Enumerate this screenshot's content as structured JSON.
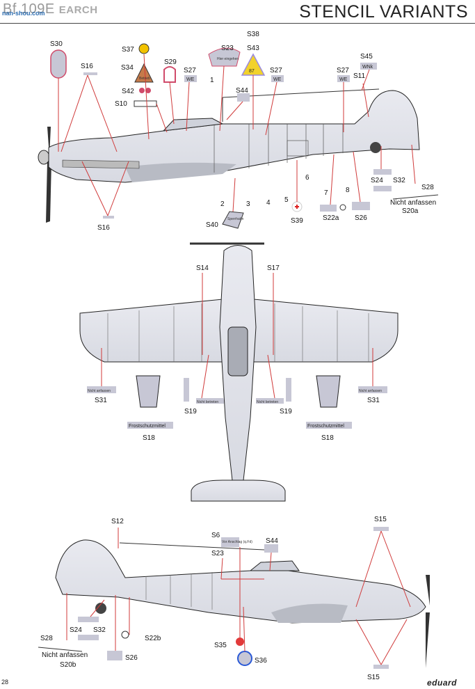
{
  "header": {
    "left_text": "Bf 109E",
    "left_watermark": "EARCH",
    "title": "STENCIL VARIANTS",
    "watermark_site": "nan-shou.com"
  },
  "footer": {
    "page_number": "28",
    "brand": "eduard"
  },
  "side_view": {
    "stencils": [
      "S30",
      "S16",
      "S37",
      "S34",
      "S29",
      "S42",
      "S10",
      "S27",
      "S23",
      "S38",
      "S43",
      "S27",
      "S44",
      "S45",
      "S27",
      "S11",
      "S24",
      "S32",
      "S28",
      "S20a",
      "S26",
      "S22a",
      "S39",
      "S40",
      "S16"
    ],
    "panel_numbers": [
      "1",
      "2",
      "3",
      "4",
      "5",
      "6",
      "7",
      "8"
    ],
    "texts": {
      "nicht_anfassen": "Nicht anfassen",
      "triangle_87": "87",
      "s34_text": "Betrieb",
      "we": "WE",
      "wnk": "WNk",
      "s23_text": "Hier eingehen",
      "s40_text": "Sperrhahn"
    }
  },
  "top_view": {
    "stencils": [
      "S14",
      "S17",
      "S31",
      "S31",
      "S19",
      "S19",
      "S18",
      "S18"
    ],
    "texts": {
      "nicht_betreten": "Nicht betreten",
      "frostschutz": "Frostschutzmittel",
      "s31_plate": "Nicht anfassen"
    }
  },
  "bottom_view": {
    "stencils": [
      "S12",
      "S6",
      "S44",
      "S23",
      "S15",
      "S28",
      "S24",
      "S32",
      "S22b",
      "S26",
      "S35",
      "S36",
      "S15"
    ],
    "texts": {
      "nicht_anfassen": "Nicht anfassen",
      "s6_text": "Vor Anschlag (q.Fd)",
      "s20b": "S20b"
    }
  }
}
